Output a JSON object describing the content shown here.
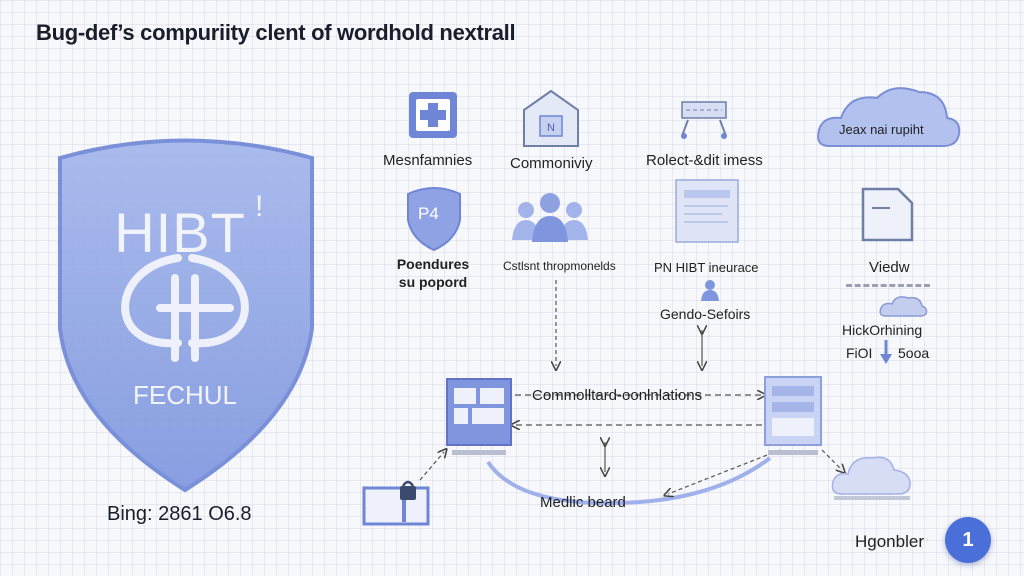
{
  "title": "Bug-def’s compuriity clent of wordhold nextrall",
  "shield": {
    "title": "HIBT",
    "mark": "!",
    "subtitle": "FECHUL"
  },
  "bing_line": "Bing: 2861 O6.8",
  "nodes": {
    "medical": {
      "label": "Mesnfamnies"
    },
    "community": {
      "label": "Commoniviy"
    },
    "project": {
      "label": "Rolect-&dit imess"
    },
    "cloud_top": {
      "label": "Jeax nai rupiht"
    },
    "p4": {
      "badge": "P4",
      "label_line1": "Poendures",
      "label_line2": "su popord"
    },
    "people": {
      "label": "Cstlsnt thropmonelds"
    },
    "screen": {
      "label": "PN HIBT ineurace"
    },
    "view": {
      "label": "Viedw"
    },
    "gender": {
      "label": "Gendo-Sefoirs"
    },
    "hicke": {
      "label_line1": "HickOrhining",
      "label_line2": "FiOI",
      "label_line3": "5ooa"
    },
    "center_link": {
      "label": "Commolltard-oonlnlations"
    },
    "medic_board": {
      "label": "Medlic beard"
    },
    "hgonbler": {
      "label": "Hgonbler"
    }
  },
  "badge_count": "1",
  "colors": {
    "accent": "#6f86d6",
    "accent_light": "#c9d3f3",
    "shield_fill": "#8fa5e6",
    "badge": "#4a6fd8"
  }
}
